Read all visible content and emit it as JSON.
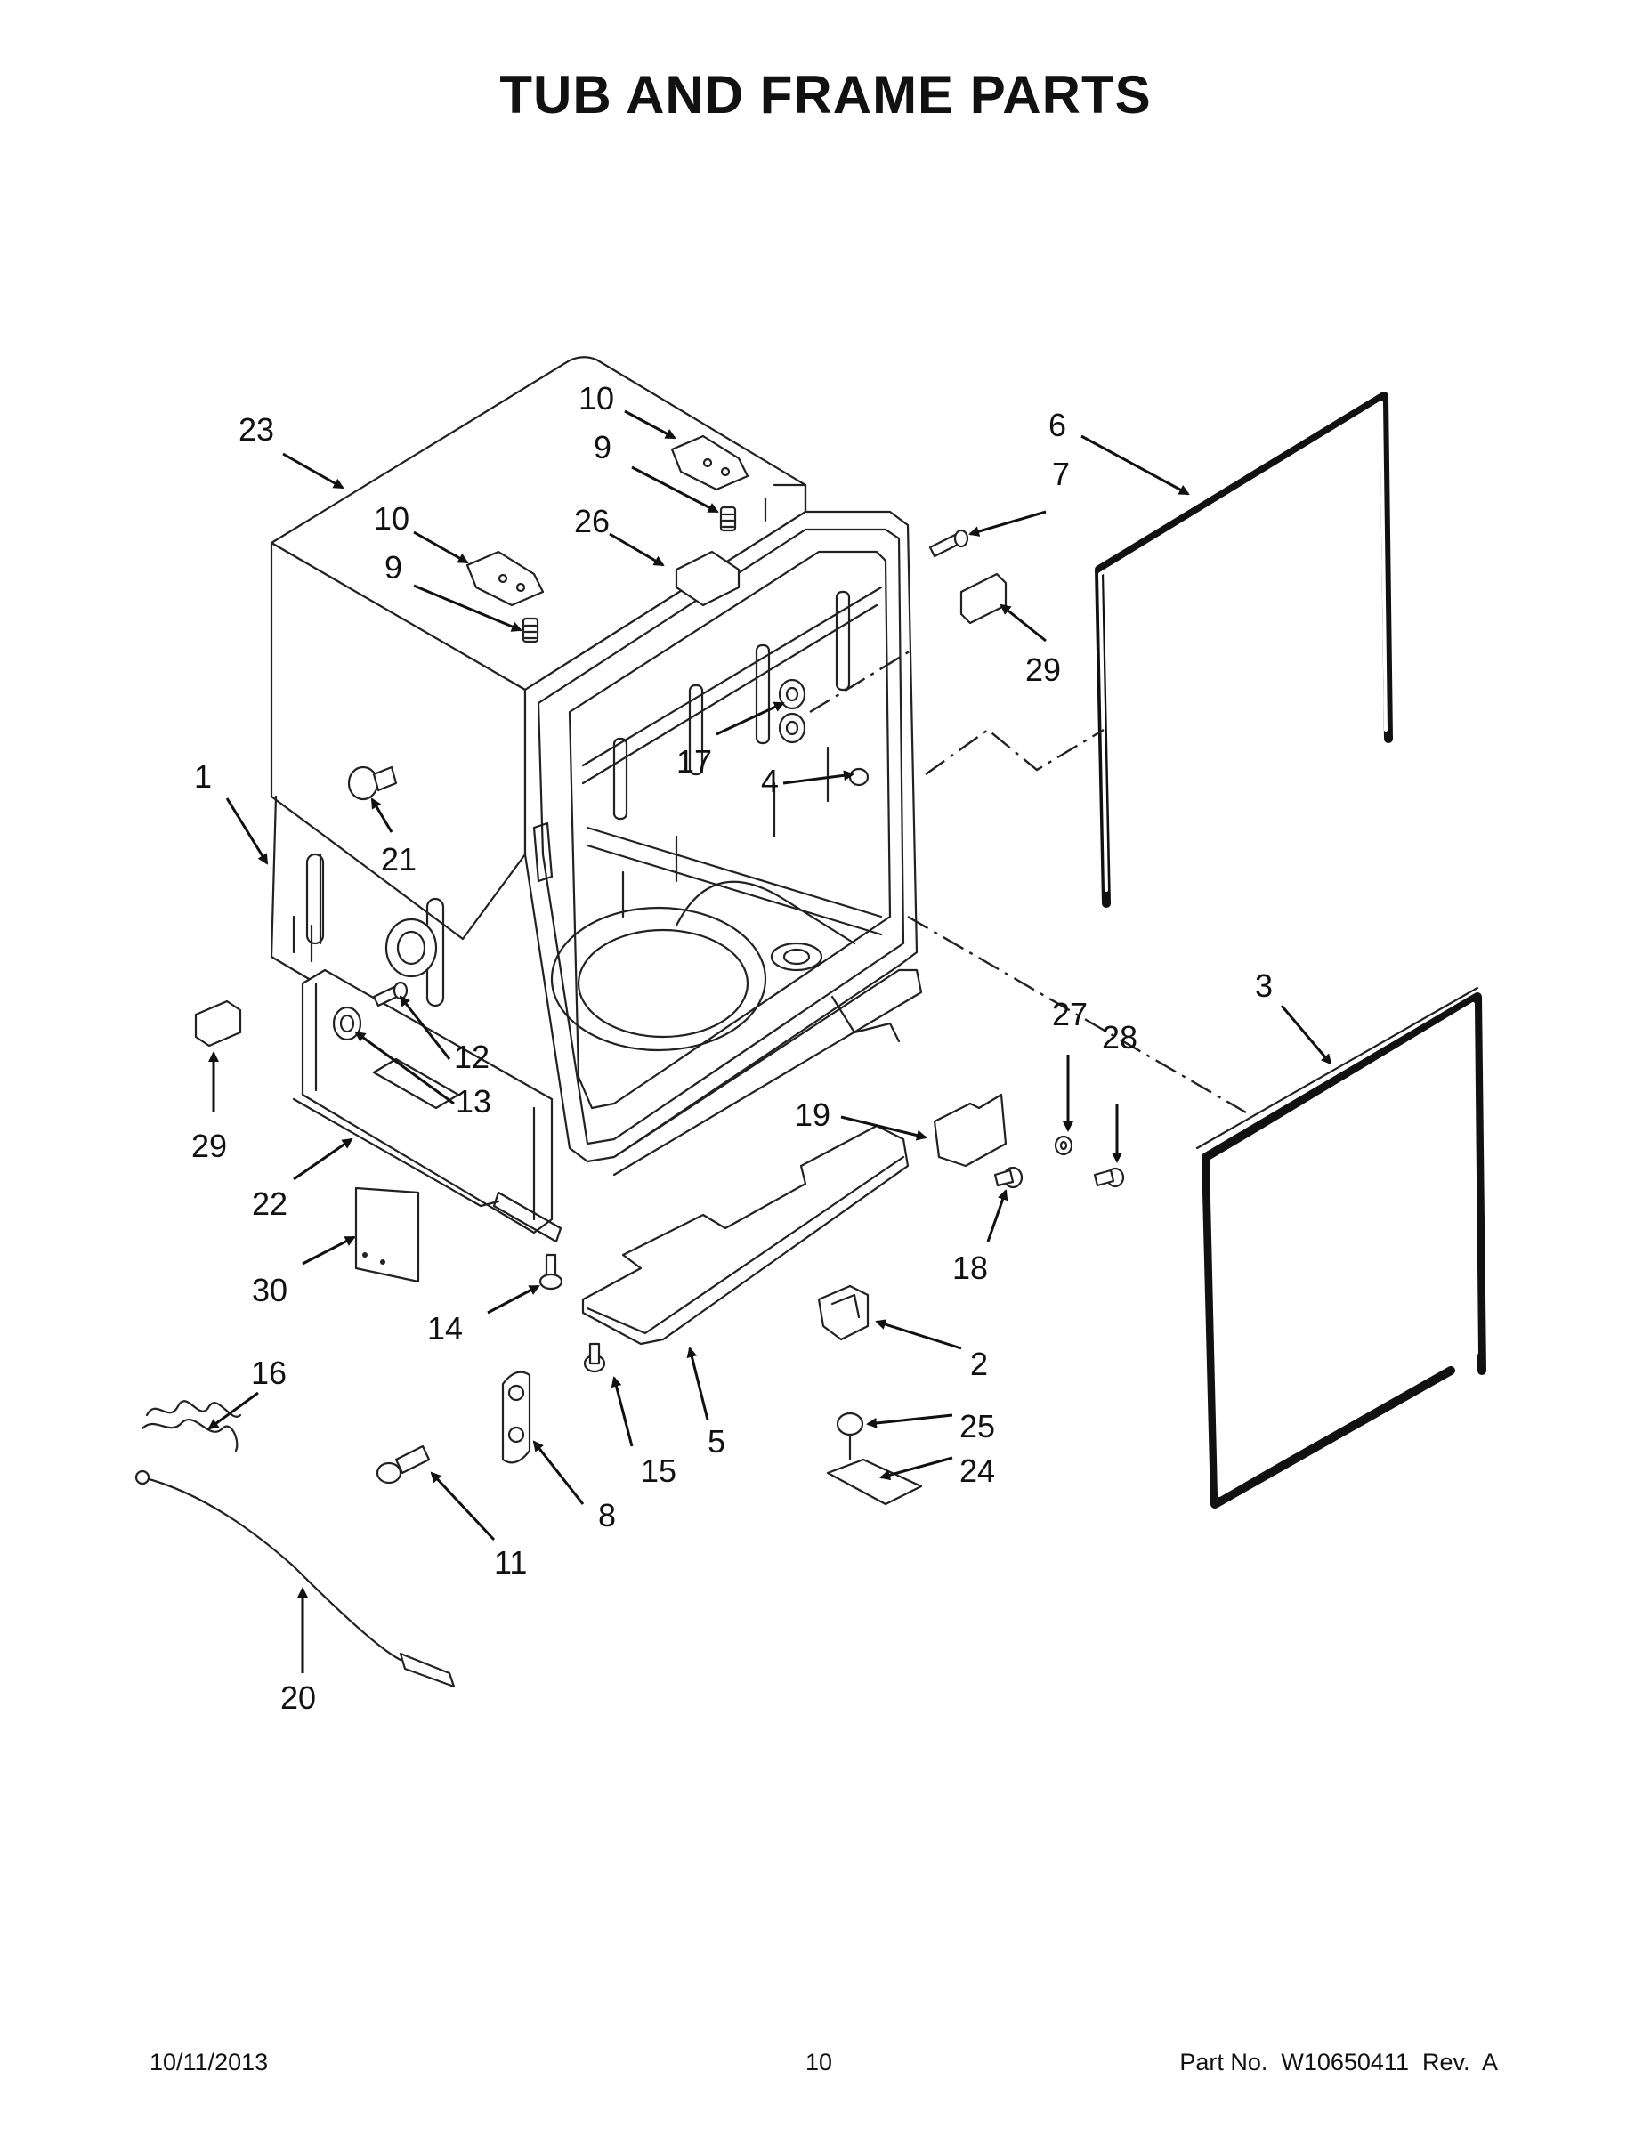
{
  "header": {
    "title": "TUB AND FRAME PARTS"
  },
  "callouts": [
    "1",
    "2",
    "3",
    "4",
    "5",
    "6",
    "7",
    "8",
    "9",
    "9",
    "10",
    "10",
    "11",
    "12",
    "13",
    "14",
    "15",
    "16",
    "17",
    "18",
    "19",
    "20",
    "21",
    "22",
    "23",
    "24",
    "25",
    "26",
    "27",
    "28",
    "29",
    "29",
    "30"
  ],
  "footer": {
    "date": "10/11/2013",
    "page": "10",
    "part_number": "Part No.  W10650411  Rev.  A"
  }
}
